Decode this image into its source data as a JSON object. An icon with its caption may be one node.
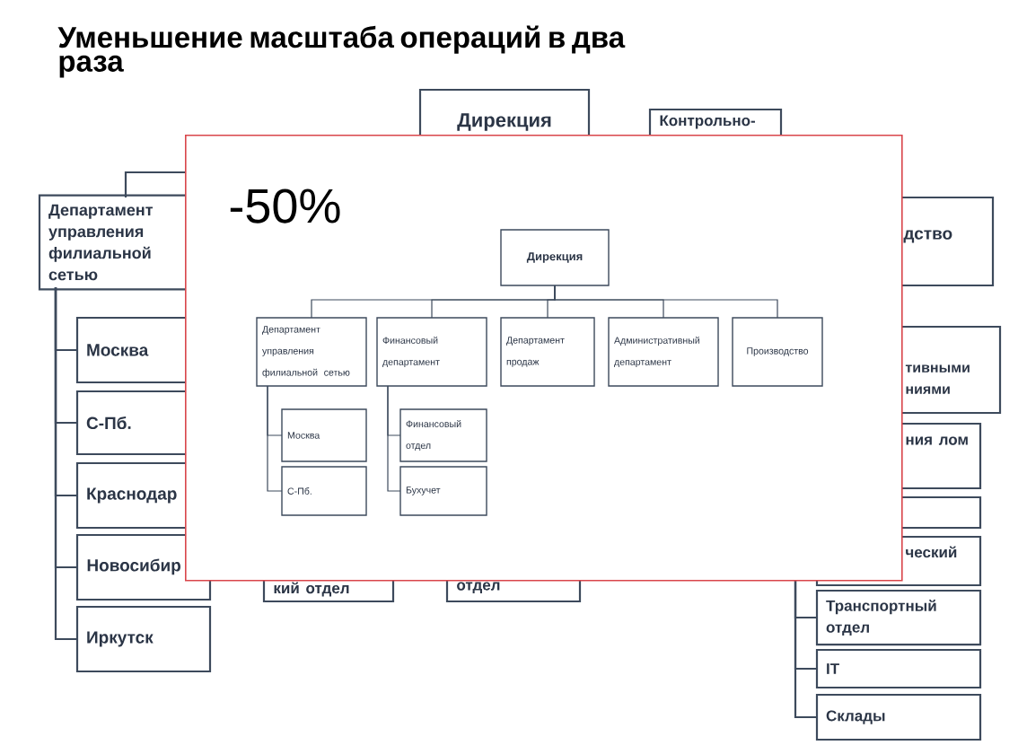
{
  "diagram": {
    "title": "Уменьшение масштаба операций в два раза",
    "nodes": [
      {
        "text": [
          "Дирекция"
        ]
      },
      {
        "text": [
          "Контрольно-"
        ]
      },
      {
        "text": [
          "Департамент управления филиальной сетью"
        ]
      },
      {
        "text": [
          "дство"
        ]
      },
      {
        "text": [
          "Москва"
        ]
      },
      {
        "text": [
          "С-Пб."
        ]
      },
      {
        "text": [
          "Краснодар"
        ]
      },
      {
        "text": [
          "Новосибир"
        ]
      },
      {
        "text": [
          "Иркутск"
        ]
      },
      {
        "text": [
          "кий отдел"
        ]
      },
      {
        "text": [
          "отдел"
        ]
      },
      {
        "text": [
          "тивными ниями"
        ]
      },
      {
        "text": [
          "ния лом"
        ]
      },
      {
        "text": [],
        "shape": "box"
      },
      {
        "text": [
          "ческий"
        ]
      },
      {
        "text": [
          "Транспортный отдел"
        ]
      },
      {
        "text": [
          "IT"
        ]
      },
      {
        "text": [
          "Склады"
        ]
      },
      {
        "text": [
          "-50%"
        ]
      },
      {
        "text": [
          "Дирекция"
        ],
        "in": 18
      },
      {
        "text": [
          "Департамент управления филиальной сетью"
        ],
        "in": 18
      },
      {
        "text": [
          "Финансовый департамент"
        ],
        "in": 18
      },
      {
        "text": [
          "Департамент продаж"
        ],
        "in": 18
      },
      {
        "text": [
          "Административный департамент"
        ],
        "in": 18
      },
      {
        "text": [
          "Производство"
        ],
        "in": 18
      },
      {
        "text": [
          "Москва"
        ],
        "in": 18
      },
      {
        "text": [
          "С-Пб."
        ],
        "in": 18
      },
      {
        "text": [
          "Финансовый отдел"
        ],
        "in": 18
      },
      {
        "text": [
          "Бухучет"
        ],
        "in": 18
      }
    ],
    "edges": [
      {
        "from": 0,
        "to": 2,
        "arrow": "none"
      },
      {
        "from": 2,
        "to": 4,
        "arrow": "none"
      },
      {
        "from": 2,
        "to": 5,
        "arrow": "none"
      },
      {
        "from": 2,
        "to": 6,
        "arrow": "none"
      },
      {
        "from": 2,
        "to": 7,
        "arrow": "none"
      },
      {
        "from": 2,
        "to": 8,
        "arrow": "none"
      },
      {
        "from": 11,
        "to": 15,
        "arrow": "none"
      },
      {
        "from": 11,
        "to": 16,
        "arrow": "none"
      },
      {
        "from": 11,
        "to": 17,
        "arrow": "none"
      },
      {
        "from": 19,
        "to": 20,
        "arrow": "none"
      },
      {
        "from": 19,
        "to": 21,
        "arrow": "none"
      },
      {
        "from": 19,
        "to": 22,
        "arrow": "none"
      },
      {
        "from": 19,
        "to": 23,
        "arrow": "none"
      },
      {
        "from": 19,
        "to": 24,
        "arrow": "none"
      },
      {
        "from": 20,
        "to": 25,
        "arrow": "none"
      },
      {
        "from": 20,
        "to": 26,
        "arrow": "none"
      },
      {
        "from": 21,
        "to": 27,
        "arrow": "none"
      },
      {
        "from": 21,
        "to": 28,
        "arrow": "none"
      }
    ]
  }
}
